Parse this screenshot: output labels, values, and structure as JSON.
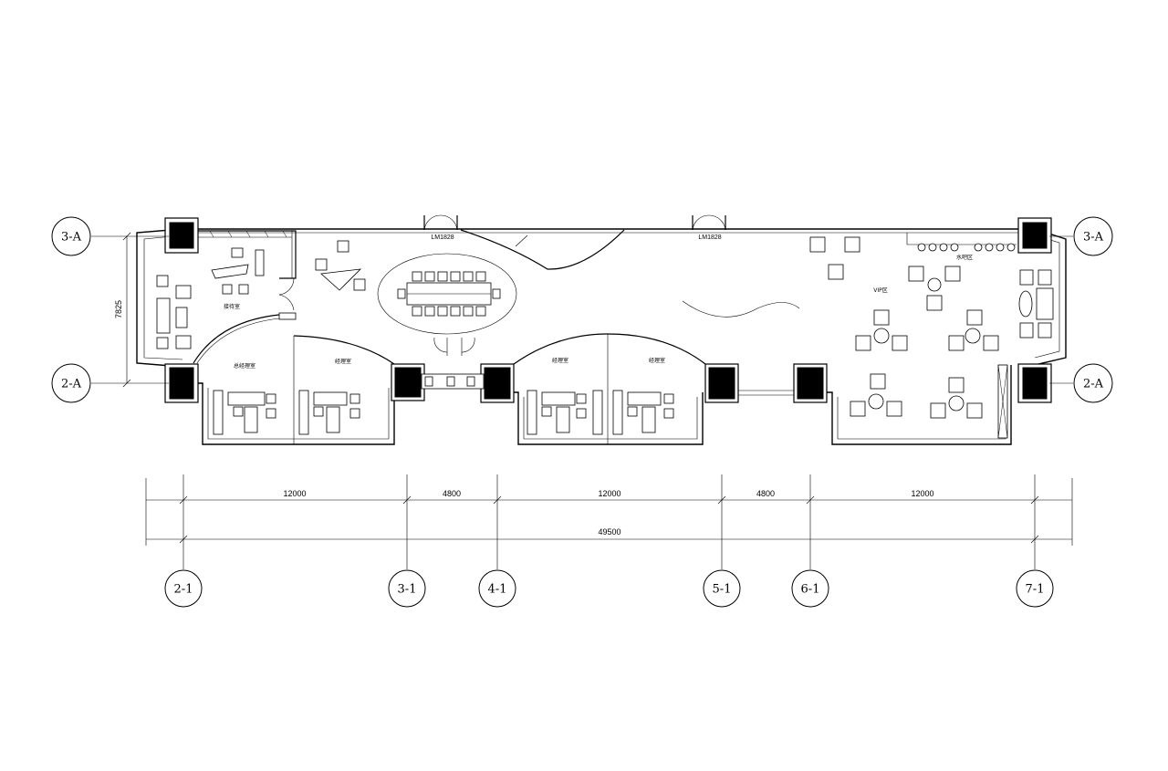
{
  "axes": {
    "vertical": [
      "2-1",
      "3-1",
      "4-1",
      "5-1",
      "6-1",
      "7-1"
    ],
    "horizontal": [
      "3-A",
      "2-A"
    ]
  },
  "dimensions": {
    "height_label": "7825",
    "spans": [
      "12000",
      "4800",
      "12000",
      "4800",
      "12000"
    ],
    "total": "49500"
  },
  "doors": {
    "door_1": "LM1828",
    "door_2": "LM1828"
  },
  "rooms": {
    "reception": "接待室",
    "general_manager": "总经理室",
    "manager_1": "经理室",
    "manager_2": "经理室",
    "manager_3": "经理室",
    "vip": "VIP区",
    "water_bar": "水吧区"
  }
}
